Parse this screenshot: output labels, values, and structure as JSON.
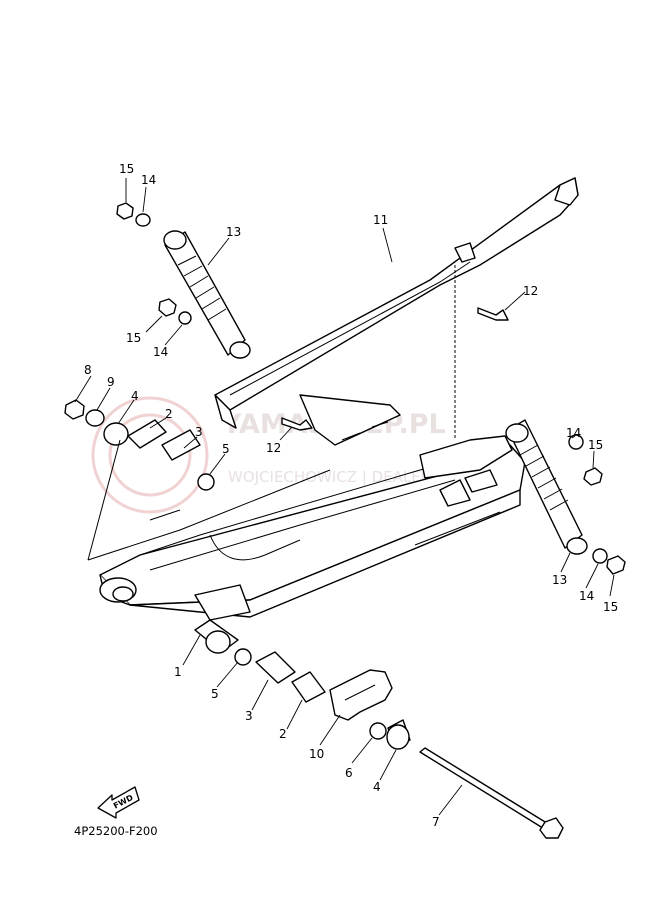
{
  "diagram": {
    "reference_code": "4P25200-F200",
    "fwd_label": "FWD",
    "watermark": {
      "brand": "YAMASKLEP.PL",
      "sub": "WOJCIECHOWICZ | DEALER"
    },
    "callouts": [
      {
        "id": "c15a",
        "text": "15"
      },
      {
        "id": "c14a",
        "text": "14"
      },
      {
        "id": "c13a",
        "text": "13"
      },
      {
        "id": "c11",
        "text": "11"
      },
      {
        "id": "c12a",
        "text": "12"
      },
      {
        "id": "c15b",
        "text": "15"
      },
      {
        "id": "c14b",
        "text": "14"
      },
      {
        "id": "c8",
        "text": "8"
      },
      {
        "id": "c9",
        "text": "9"
      },
      {
        "id": "c4a",
        "text": "4"
      },
      {
        "id": "c2a",
        "text": "2"
      },
      {
        "id": "c3a",
        "text": "3"
      },
      {
        "id": "c5a",
        "text": "5"
      },
      {
        "id": "c12b",
        "text": "12"
      },
      {
        "id": "c14c",
        "text": "14"
      },
      {
        "id": "c15c",
        "text": "15"
      },
      {
        "id": "c13b",
        "text": "13"
      },
      {
        "id": "c14d",
        "text": "14"
      },
      {
        "id": "c15d",
        "text": "15"
      },
      {
        "id": "c1",
        "text": "1"
      },
      {
        "id": "c5b",
        "text": "5"
      },
      {
        "id": "c3b",
        "text": "3"
      },
      {
        "id": "c2b",
        "text": "2"
      },
      {
        "id": "c10",
        "text": "10"
      },
      {
        "id": "c6",
        "text": "6"
      },
      {
        "id": "c4b",
        "text": "4"
      },
      {
        "id": "c7",
        "text": "7"
      }
    ]
  }
}
